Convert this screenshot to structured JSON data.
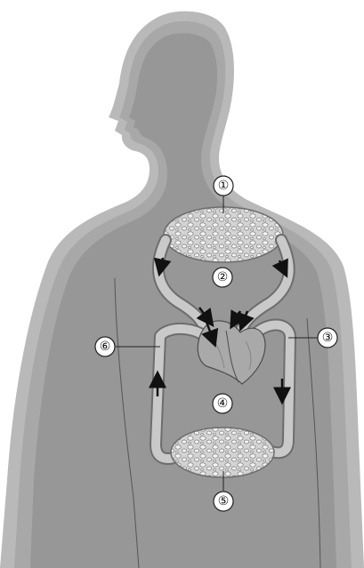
{
  "labels": [
    {
      "id": "label-1",
      "text": "①"
    },
    {
      "id": "label-2",
      "text": "②"
    },
    {
      "id": "label-3",
      "text": "③"
    },
    {
      "id": "label-4",
      "text": "④"
    },
    {
      "id": "label-5",
      "text": "⑤"
    },
    {
      "id": "label-6",
      "text": "⑥"
    }
  ],
  "colors": {
    "body_outer": "#b9b9b9",
    "body_mid": "#a7a7a7",
    "body_inner": "#969696",
    "vessel": "#c9c9c9",
    "vessel_edge": "#6d6d6d",
    "heart": "#a9a9a9",
    "arrow": "#111111"
  }
}
